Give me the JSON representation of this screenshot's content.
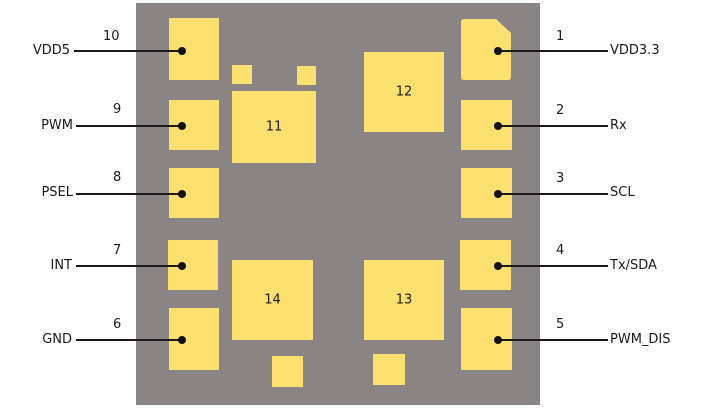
{
  "colors": {
    "package": "#8a8485",
    "pad": "#fbe06f",
    "line": "#1a1a1a",
    "background": "#ffffff"
  },
  "pins_left": [
    {
      "number": "10",
      "name": "VDD5"
    },
    {
      "number": "9",
      "name": "PWM"
    },
    {
      "number": "8",
      "name": "PSEL"
    },
    {
      "number": "7",
      "name": "INT"
    },
    {
      "number": "6",
      "name": "GND"
    }
  ],
  "pins_right": [
    {
      "number": "1",
      "name": "VDD3.3"
    },
    {
      "number": "2",
      "name": "Rx"
    },
    {
      "number": "3",
      "name": "SCL"
    },
    {
      "number": "4",
      "name": "Tx/SDA"
    },
    {
      "number": "5",
      "name": "PWM_DIS"
    }
  ],
  "center_pads": [
    {
      "number": "11"
    },
    {
      "number": "12"
    },
    {
      "number": "14"
    },
    {
      "number": "13"
    }
  ]
}
